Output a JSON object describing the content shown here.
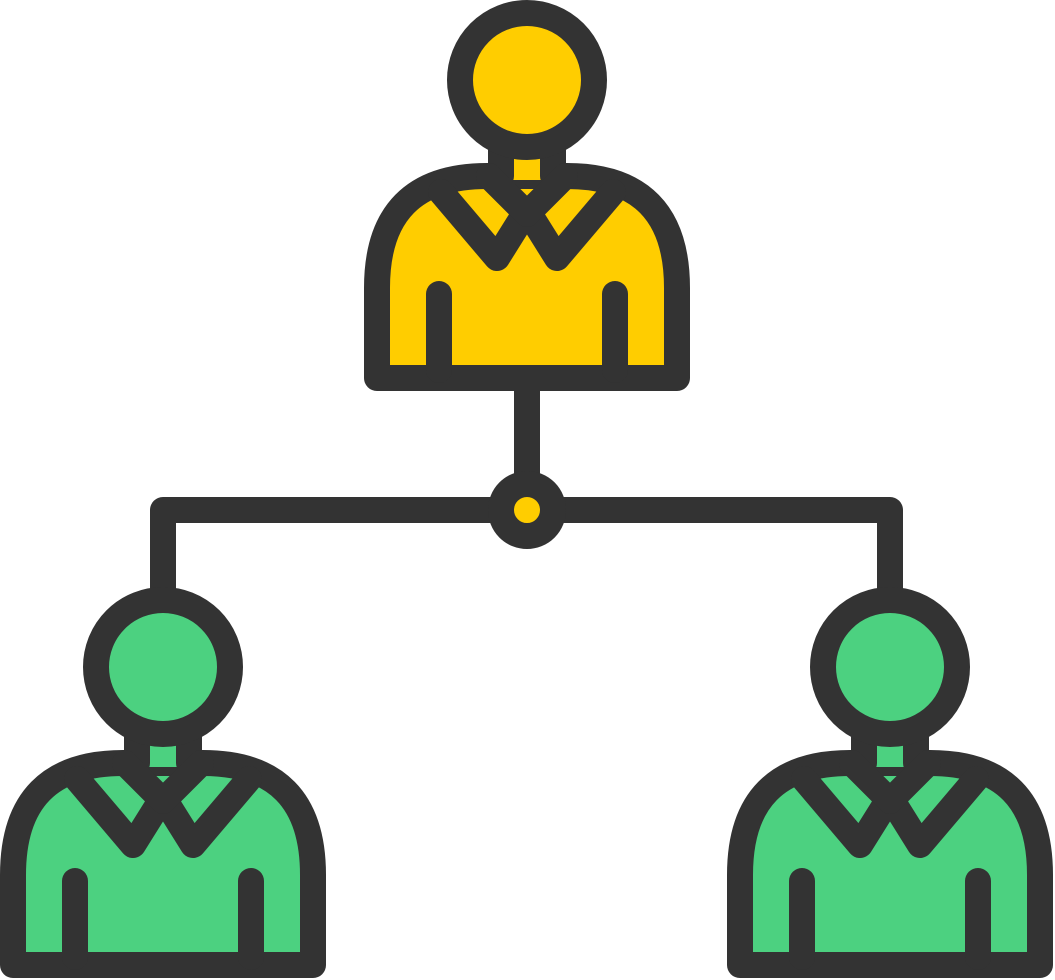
{
  "icon": {
    "name": "org-chart-hierarchy-icon",
    "colors": {
      "outline": "#333333",
      "leader": "#FFCD00",
      "member": "#4CD180",
      "background": "#FFFFFF"
    },
    "nodes": [
      {
        "role": "leader",
        "color_key": "leader"
      },
      {
        "role": "member",
        "color_key": "member"
      },
      {
        "role": "member",
        "color_key": "member"
      }
    ],
    "junction_color_key": "leader"
  }
}
